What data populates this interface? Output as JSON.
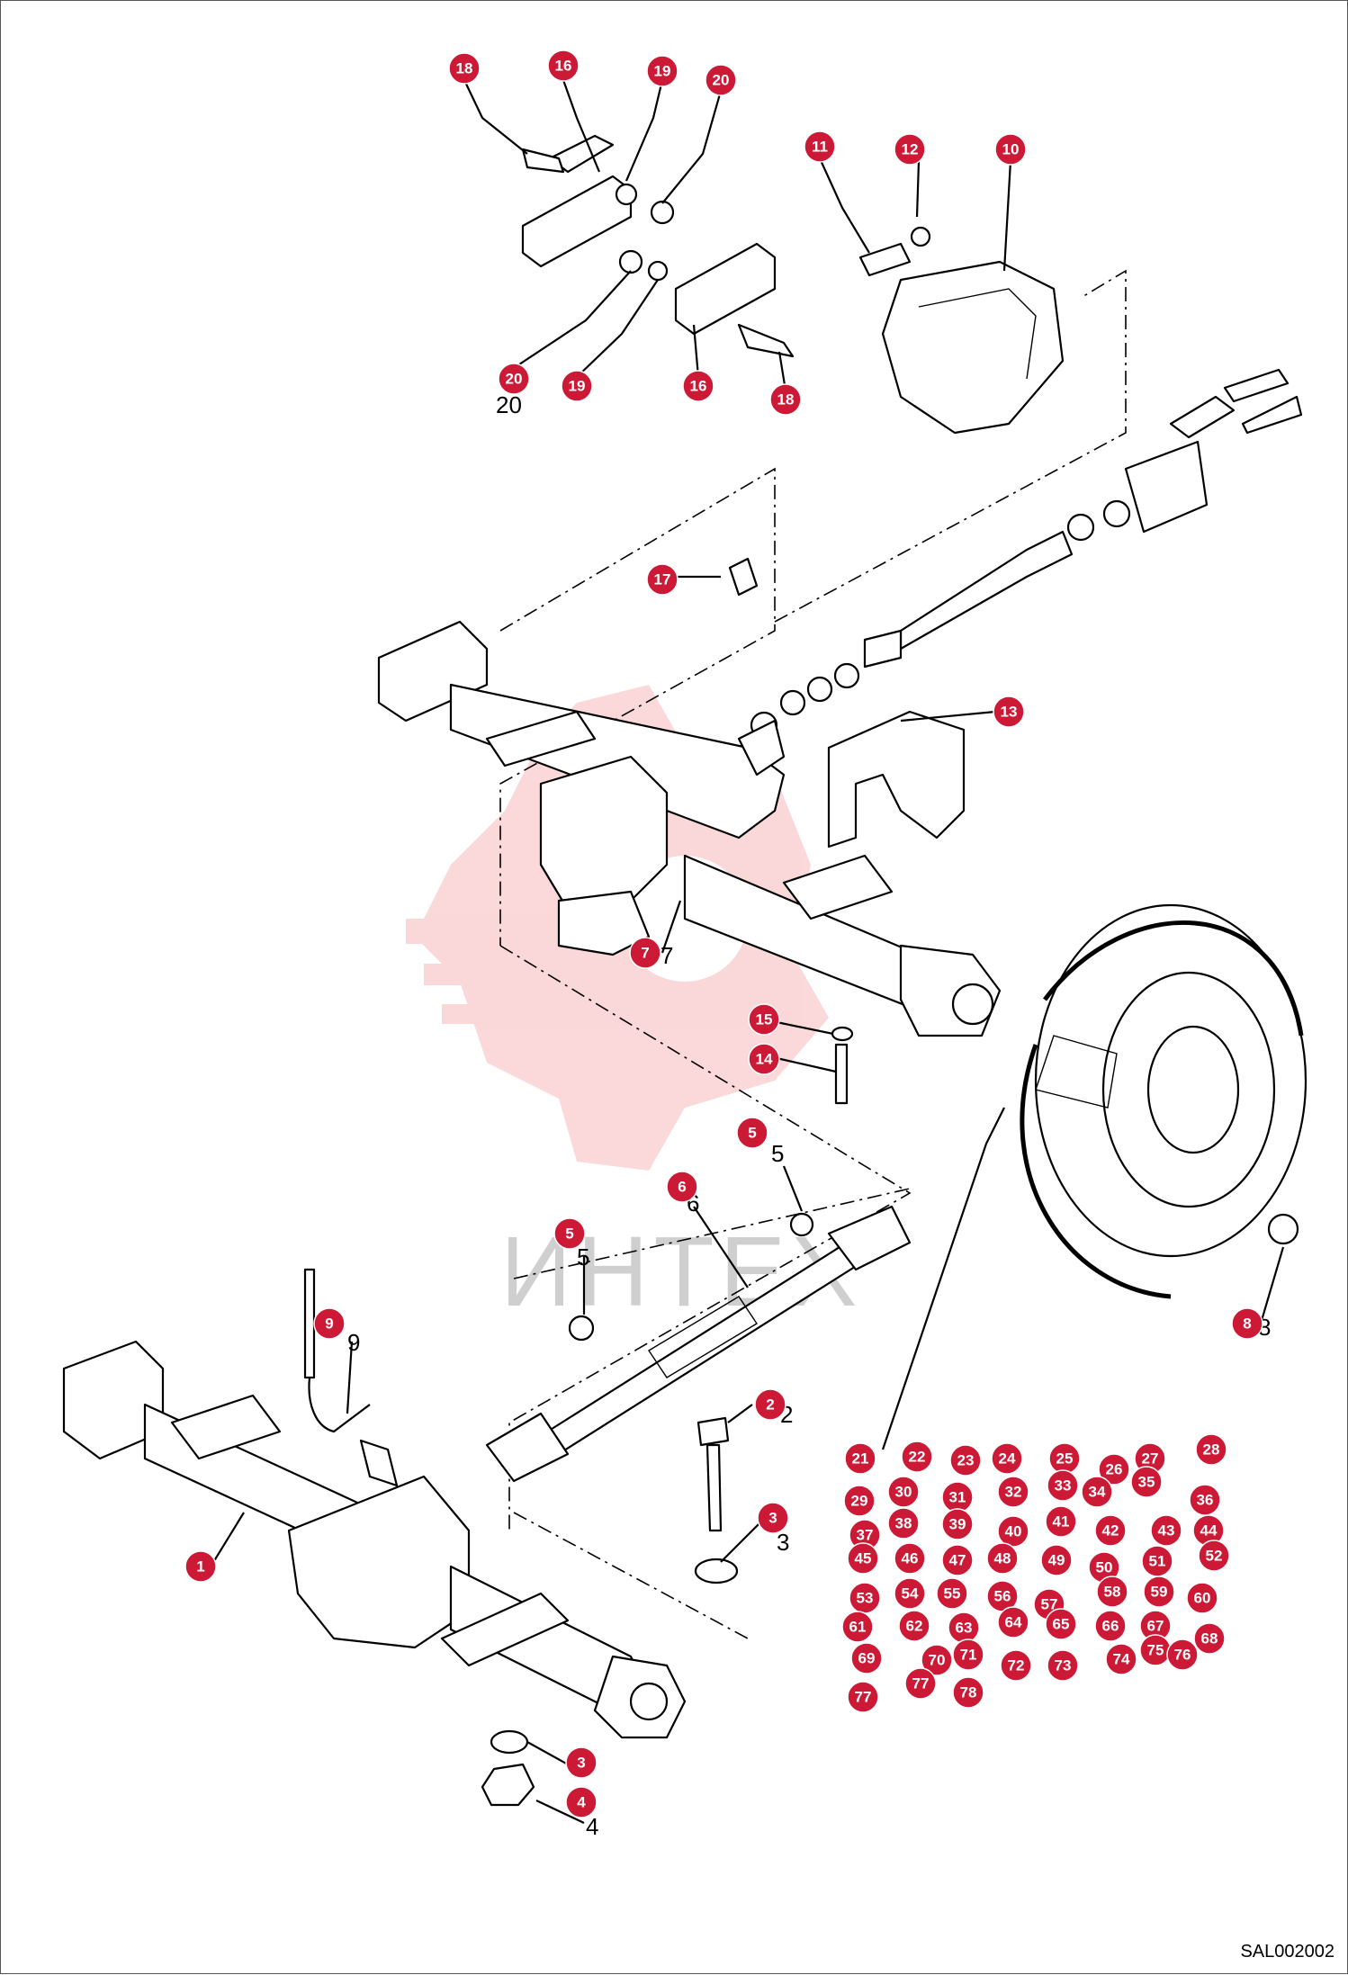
{
  "watermark": {
    "text": "ИНТЕХ",
    "color": "#e8262e"
  },
  "drawing_code": "SAL002002",
  "callouts": [
    {
      "label": "18"
    },
    {
      "label": "16"
    },
    {
      "label": "19"
    },
    {
      "label": "20"
    },
    {
      "label": "11"
    },
    {
      "label": "12"
    },
    {
      "label": "10"
    },
    {
      "label": "20"
    },
    {
      "label": "19"
    },
    {
      "label": "16"
    },
    {
      "label": "18"
    },
    {
      "label": "17"
    },
    {
      "label": "13"
    },
    {
      "label": "7"
    },
    {
      "label": "15"
    },
    {
      "label": "14"
    },
    {
      "label": "5"
    },
    {
      "label": "5"
    },
    {
      "label": "6"
    },
    {
      "label": "9"
    },
    {
      "label": "8"
    },
    {
      "label": "2"
    },
    {
      "label": "1"
    },
    {
      "label": "3"
    },
    {
      "label": "3"
    },
    {
      "label": "4"
    },
    {
      "label": "21"
    },
    {
      "label": "22"
    },
    {
      "label": "23"
    },
    {
      "label": "24"
    },
    {
      "label": "25"
    },
    {
      "label": "26"
    },
    {
      "label": "27"
    },
    {
      "label": "28"
    },
    {
      "label": "29"
    },
    {
      "label": "30"
    },
    {
      "label": "31"
    },
    {
      "label": "32"
    },
    {
      "label": "33"
    },
    {
      "label": "34"
    },
    {
      "label": "35"
    },
    {
      "label": "36"
    },
    {
      "label": "37"
    },
    {
      "label": "38"
    },
    {
      "label": "39"
    },
    {
      "label": "40"
    },
    {
      "label": "41"
    },
    {
      "label": "42"
    },
    {
      "label": "43"
    },
    {
      "label": "44"
    },
    {
      "label": "45"
    },
    {
      "label": "46"
    },
    {
      "label": "47"
    },
    {
      "label": "48"
    },
    {
      "label": "49"
    },
    {
      "label": "50"
    },
    {
      "label": "51"
    },
    {
      "label": "52"
    },
    {
      "label": "53"
    },
    {
      "label": "54"
    },
    {
      "label": "55"
    },
    {
      "label": "56"
    },
    {
      "label": "57"
    },
    {
      "label": "58"
    },
    {
      "label": "59"
    },
    {
      "label": "60"
    },
    {
      "label": "61"
    },
    {
      "label": "62"
    },
    {
      "label": "63"
    },
    {
      "label": "64"
    },
    {
      "label": "65"
    },
    {
      "label": "66"
    },
    {
      "label": "67"
    },
    {
      "label": "68"
    },
    {
      "label": "69"
    },
    {
      "label": "70"
    },
    {
      "label": "71"
    },
    {
      "label": "72"
    },
    {
      "label": "73"
    },
    {
      "label": "74"
    },
    {
      "label": "75"
    },
    {
      "label": "76"
    },
    {
      "label": "77"
    },
    {
      "label": "77"
    },
    {
      "label": "78"
    }
  ],
  "plain_numbers": [
    {
      "label": "5"
    },
    {
      "label": "5"
    },
    {
      "label": "6"
    },
    {
      "label": "9"
    },
    {
      "label": "7"
    },
    {
      "label": "2"
    },
    {
      "label": "3"
    },
    {
      "label": "4"
    },
    {
      "label": "8"
    },
    {
      "label": "20"
    }
  ]
}
